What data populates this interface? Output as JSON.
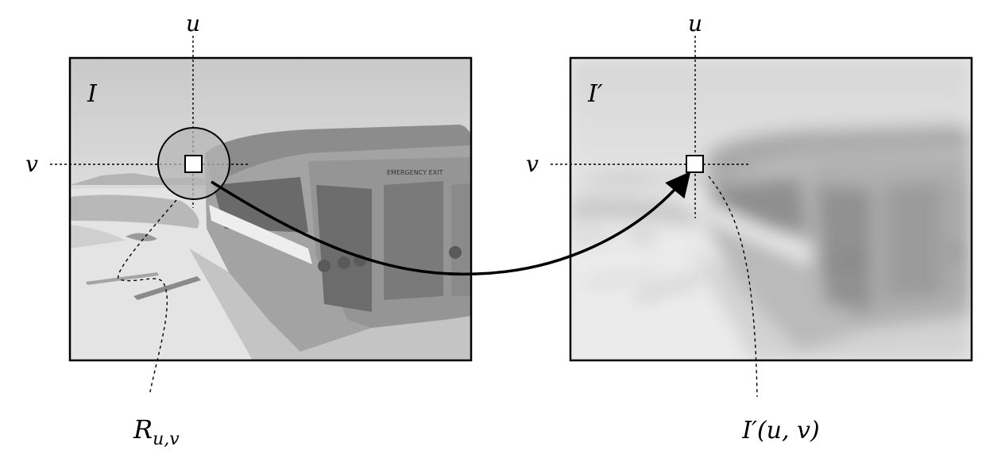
{
  "left_panel": {
    "image_label": "I",
    "axis_u": "u",
    "axis_v": "v",
    "sign_text": "EMERGENCY EXIT"
  },
  "right_panel": {
    "image_label": "I′",
    "axis_u": "u",
    "axis_v": "v"
  },
  "callouts": {
    "region_label": "R",
    "region_subscript": "u,v",
    "pixel_label": "I′(u, v)"
  },
  "colors": {
    "sky": "#d6d6d6",
    "ground": "#e9e9e9",
    "bus": "#9a9a9a",
    "bus_dark": "#6e6e6e",
    "region_fill": "#bdbdbd",
    "stroke": "#000000"
  }
}
